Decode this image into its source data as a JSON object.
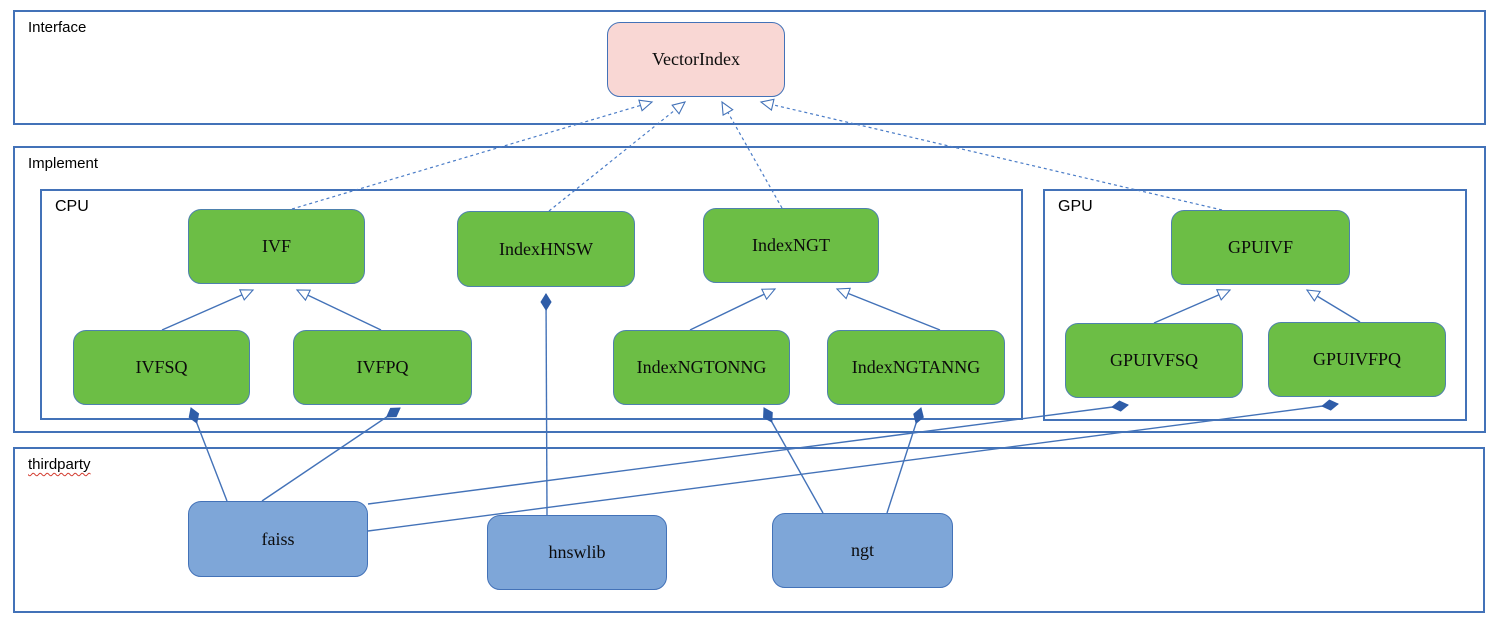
{
  "containers": {
    "interface": {
      "label": "Interface"
    },
    "implement": {
      "label": "Implement"
    },
    "cpu": {
      "label": "CPU"
    },
    "gpu": {
      "label": "GPU"
    },
    "thirdparty": {
      "label": "thirdparty",
      "spellcheck_underline": true
    }
  },
  "nodes": {
    "vectorindex": {
      "label": "VectorIndex",
      "container": "interface",
      "kind": "interface-class"
    },
    "ivf": {
      "label": "IVF",
      "container": "cpu",
      "kind": "implementation-class"
    },
    "indexhnsw": {
      "label": "IndexHNSW",
      "container": "cpu",
      "kind": "implementation-class"
    },
    "indexngt": {
      "label": "IndexNGT",
      "container": "cpu",
      "kind": "implementation-class"
    },
    "ivfsq": {
      "label": "IVFSQ",
      "container": "cpu",
      "kind": "implementation-class"
    },
    "ivfpq": {
      "label": "IVFPQ",
      "container": "cpu",
      "kind": "implementation-class"
    },
    "indexngtonng": {
      "label": "IndexNGTONNG",
      "container": "cpu",
      "kind": "implementation-class"
    },
    "indexngtanng": {
      "label": "IndexNGTANNG",
      "container": "cpu",
      "kind": "implementation-class"
    },
    "gpuivf": {
      "label": "GPUIVF",
      "container": "gpu",
      "kind": "implementation-class"
    },
    "gpuivfsq": {
      "label": "GPUIVFSQ",
      "container": "gpu",
      "kind": "implementation-class"
    },
    "gpuivfpq": {
      "label": "GPUIVFPQ",
      "container": "gpu",
      "kind": "implementation-class"
    },
    "faiss": {
      "label": "faiss",
      "container": "thirdparty",
      "kind": "thirdparty-library"
    },
    "hnswlib": {
      "label": "hnswlib",
      "container": "thirdparty",
      "kind": "thirdparty-library"
    },
    "ngt": {
      "label": "ngt",
      "container": "thirdparty",
      "kind": "thirdparty-library"
    }
  },
  "edges": {
    "realization_dashed": [
      {
        "from": "IVF",
        "to": "VectorIndex"
      },
      {
        "from": "IndexHNSW",
        "to": "VectorIndex"
      },
      {
        "from": "IndexNGT",
        "to": "VectorIndex"
      },
      {
        "from": "GPUIVF",
        "to": "VectorIndex"
      }
    ],
    "inheritance_solid": [
      {
        "from": "IVFSQ",
        "to": "IVF"
      },
      {
        "from": "IVFPQ",
        "to": "IVF"
      },
      {
        "from": "IndexNGTONNG",
        "to": "IndexNGT"
      },
      {
        "from": "IndexNGTANNG",
        "to": "IndexNGT"
      },
      {
        "from": "GPUIVFSQ",
        "to": "GPUIVF"
      },
      {
        "from": "GPUIVFPQ",
        "to": "GPUIVF"
      }
    ],
    "composition_diamond": [
      {
        "from": "faiss",
        "to": "IVFSQ"
      },
      {
        "from": "faiss",
        "to": "IVFPQ"
      },
      {
        "from": "faiss",
        "to": "GPUIVFSQ"
      },
      {
        "from": "faiss",
        "to": "GPUIVFPQ"
      },
      {
        "from": "hnswlib",
        "to": "IndexHNSW"
      },
      {
        "from": "ngt",
        "to": "IndexNGTONNG"
      },
      {
        "from": "ngt",
        "to": "IndexNGTANNG"
      }
    ]
  },
  "colors": {
    "interface_node_fill": "#f9d7d4",
    "implementation_node_fill": "#6cbe45",
    "thirdparty_node_fill": "#7ea6d8",
    "container_border": "#4372b8",
    "connector_line": "#4372b8",
    "spellcheck_underline": "#d23a2e"
  }
}
